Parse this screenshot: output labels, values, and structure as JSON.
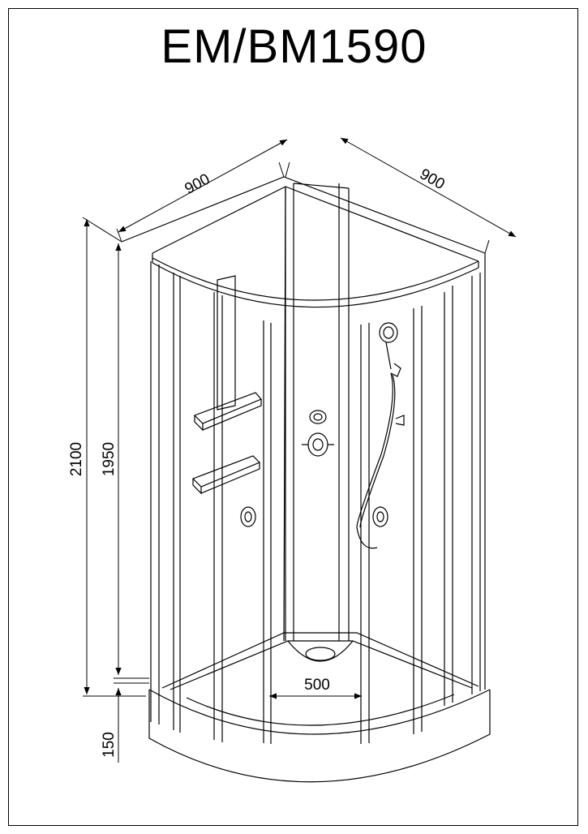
{
  "title": "EM/BM1590",
  "dimensions": {
    "width_left": "900",
    "width_right": "900",
    "height_total": "2100",
    "height_cabin": "1950",
    "height_tray": "150",
    "drain_width": "500"
  }
}
